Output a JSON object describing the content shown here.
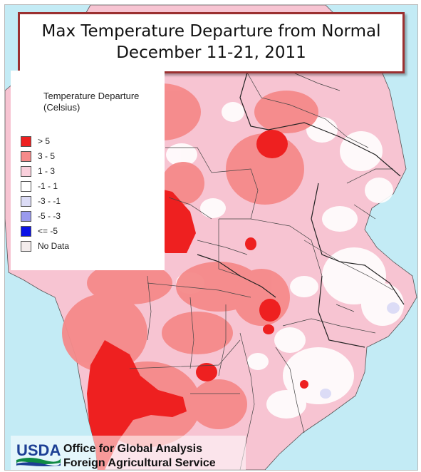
{
  "title": {
    "line1": "Max Temperature Departure from Normal",
    "line2": "December 11-21, 2011"
  },
  "legend": {
    "title_line1": "Temperature Departure",
    "title_line2": "(Celsius)",
    "items": [
      {
        "label": "> 5",
        "color": "#ee2020"
      },
      {
        "label": "3 - 5",
        "color": "#f58a8a"
      },
      {
        "label": "1 - 3",
        "color": "#fad0dc"
      },
      {
        "label": "-1 - 1",
        "color": "#ffffff"
      },
      {
        "label": "-3 - -1",
        "color": "#dcdcf6"
      },
      {
        "label": "-5 - -3",
        "color": "#9a9aee"
      },
      {
        "label": "<= -5",
        "color": "#0a12e6"
      },
      {
        "label": "No Data",
        "color": "#f3ecec"
      }
    ]
  },
  "credit": {
    "logo_text": "USDA",
    "line1": "Office for Global Analysis",
    "line2": "Foreign Agricultural Service"
  },
  "colors": {
    "ocean": "#c3ebf5",
    "title_border": "#9b3030",
    "usda_blue": "#1c3f94",
    "usda_green": "#0e8a43"
  }
}
